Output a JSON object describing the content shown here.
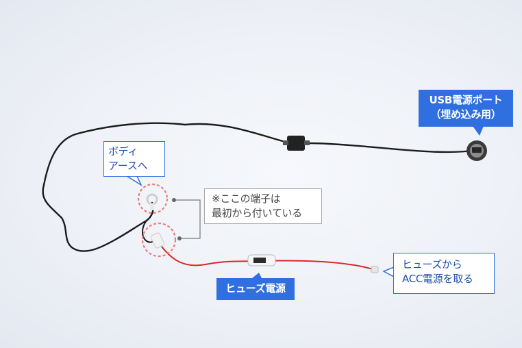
{
  "callouts": {
    "usb_port": [
      "USB電源ポート",
      "（埋め込み用）"
    ],
    "body_earth": [
      "ボディ",
      "アースへ"
    ],
    "terminal_note": [
      "※ここの端子は",
      "最初から付いている"
    ],
    "fuse_acc": [
      "ヒューズから",
      "ACC電源を取る"
    ],
    "fuse_power": "ヒューズ電源"
  },
  "colors": {
    "callout_blue": "#2f6fe0",
    "callout_gray": "#a9a9a9",
    "highlight_circle": "#f07a7a",
    "cable_black": "#1b1b1b",
    "cable_red": "#d82828",
    "background": "#eef1f7"
  }
}
